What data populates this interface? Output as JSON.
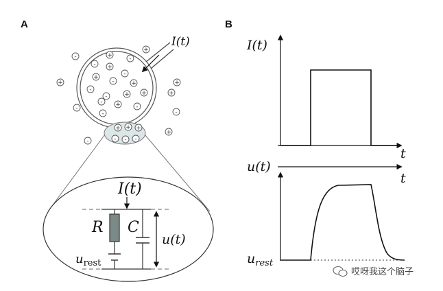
{
  "panel_a": {
    "label": "A",
    "current_label": "I(t)",
    "resistor_label": "R",
    "capacitor_label": "C",
    "voltage_label": "u(t)",
    "rest_label_main": "u",
    "rest_label_sub": "rest",
    "ions_inside": [
      "-",
      "+",
      "-",
      "+",
      "-",
      "+",
      "-",
      "+",
      "-",
      "-",
      "+",
      "+",
      "-",
      "+",
      "-",
      "-"
    ],
    "ions_outside": [
      "-",
      "+",
      "-",
      "+",
      "+",
      "-",
      "+",
      "-",
      "+"
    ],
    "ions_channel": [
      "+",
      "+",
      "+",
      "-",
      "-",
      "-"
    ]
  },
  "panel_b": {
    "label": "B",
    "top_ylabel": "I(t)",
    "top_xlabel": "t",
    "bottom_ylabel": "u(t)",
    "bottom_xlabel": "t",
    "rest_label_main": "u",
    "rest_label_sub": "rest"
  },
  "watermark": {
    "text": "哎呀我这个脑子",
    "icon": "wechat-icon"
  }
}
